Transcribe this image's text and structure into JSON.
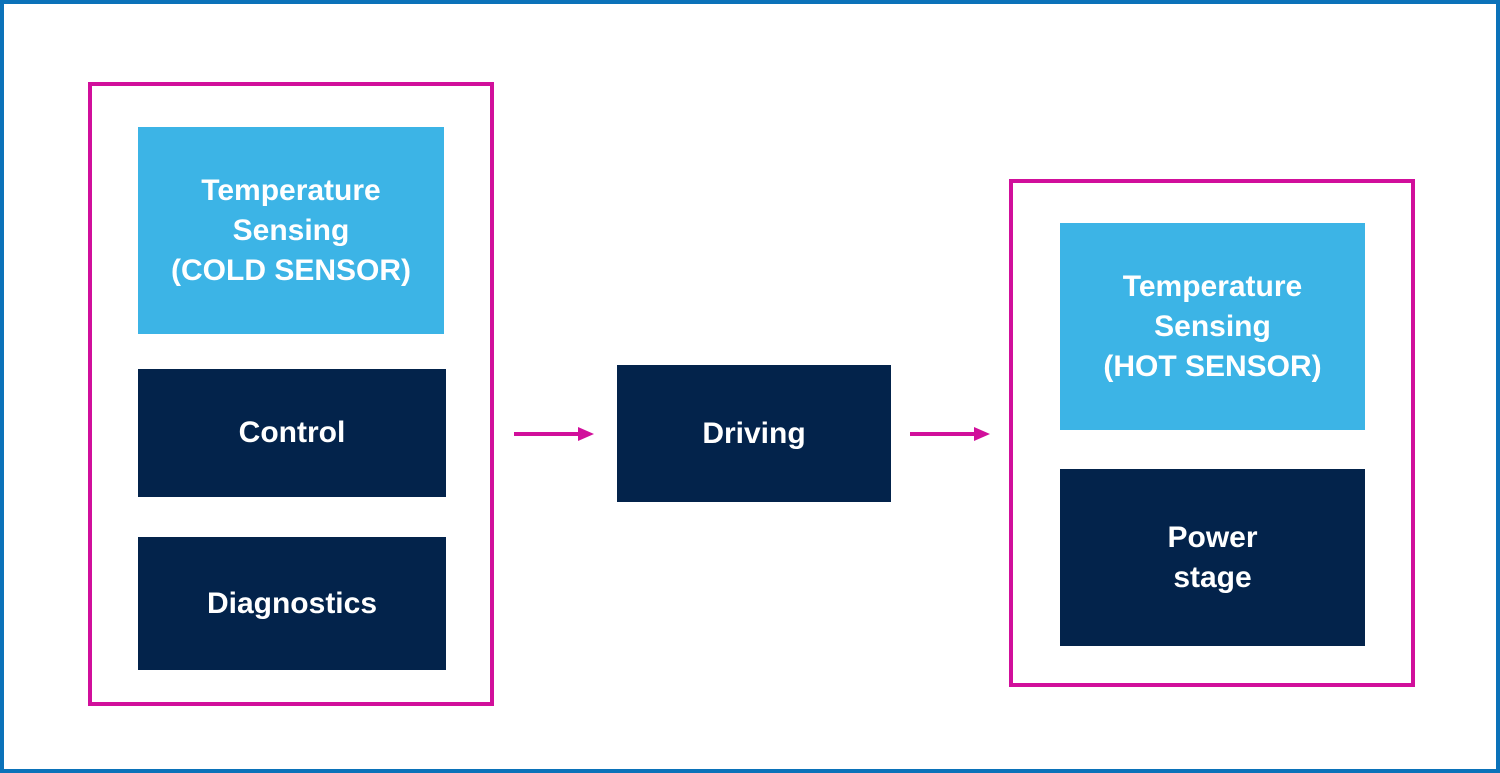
{
  "colors": {
    "frame_border": "#0b72b9",
    "group_border": "#d10f9b",
    "sensing_block": "#3cb4e6",
    "function_block": "#03234b",
    "arrow": "#d10f9b",
    "text": "#ffffff"
  },
  "left_group": {
    "temperature_sensing": "Temperature\nSensing\n(COLD SENSOR)",
    "control": "Control",
    "diagnostics": "Diagnostics"
  },
  "middle": {
    "driving": "Driving"
  },
  "right_group": {
    "temperature_sensing": "Temperature\nSensing\n(HOT SENSOR)",
    "power_stage": "Power\nstage"
  },
  "arrows": [
    {
      "from": "left_group",
      "to": "driving",
      "icon": "arrow-right-icon"
    },
    {
      "from": "driving",
      "to": "right_group",
      "icon": "arrow-right-icon"
    }
  ]
}
